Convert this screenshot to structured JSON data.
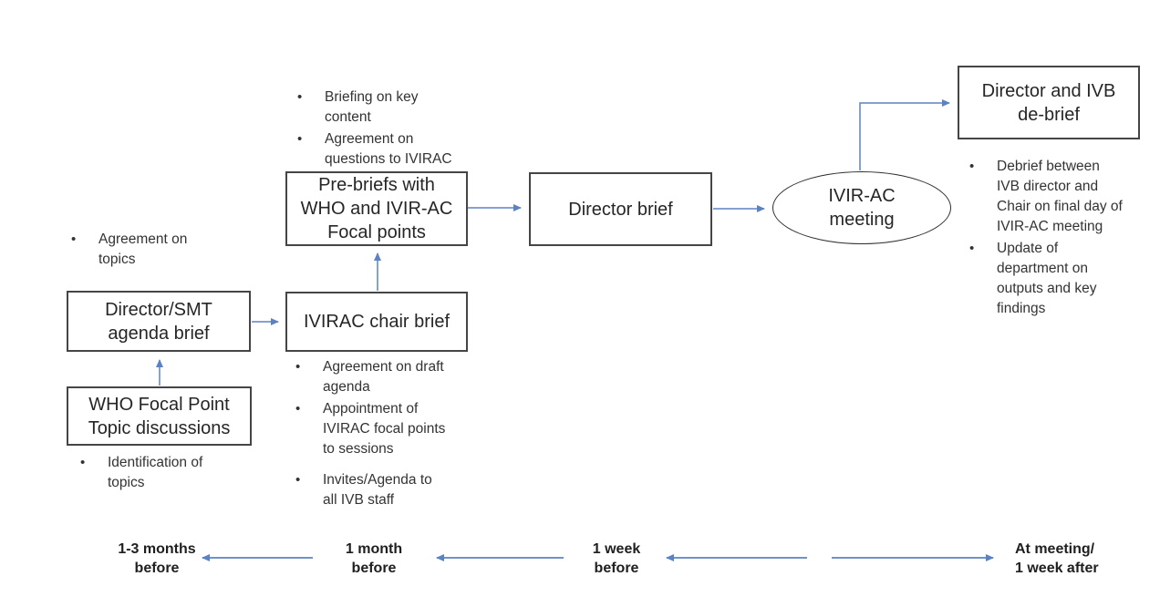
{
  "bullet_char": "•",
  "colors": {
    "connector": "#5b82c3",
    "box_border": "#454545",
    "label_text": "#262626",
    "bullet_text": "#333333",
    "timeline_text": "#1f1f1f"
  },
  "nodes": {
    "who_focal": {
      "label": "WHO Focal Point\nTopic discussions"
    },
    "director_smt": {
      "label": "Director/SMT\nagenda brief"
    },
    "ivirac_chair": {
      "label": "IVIRAC chair brief"
    },
    "prebriefs": {
      "label": "Pre-briefs with\nWHO and IVIR-AC\nFocal points"
    },
    "director_brief": {
      "label": "Director brief"
    },
    "ivirac_meeting": {
      "label": "IVIR-AC\nmeeting"
    },
    "debrief": {
      "label": "Director and IVB\nde-brief"
    }
  },
  "bullet_groups": {
    "topics_agreement": {
      "items": [
        "Agreement on\ntopics"
      ]
    },
    "topics_identification": {
      "items": [
        "Identification of\ntopics"
      ]
    },
    "prebrief_notes": {
      "items": [
        "Briefing on key\ncontent",
        "Agreement on\nquestions to IVIRAC"
      ]
    },
    "chair_notes": {
      "items": [
        "Agreement on draft\nagenda",
        "Appointment of\nIVIRAC focal points\nto sessions",
        "Invites/Agenda to\nall IVB staff"
      ]
    },
    "debrief_notes": {
      "items": [
        "Debrief between\nIVB director and\nChair on final day of\nIVIR-AC meeting",
        "Update of\ndepartment on\noutputs and key\nfindings"
      ]
    }
  },
  "timeline": {
    "labels": [
      "1-3 months\nbefore",
      "1 month\nbefore",
      "1 week\nbefore",
      "At meeting/\n1 week after"
    ]
  }
}
